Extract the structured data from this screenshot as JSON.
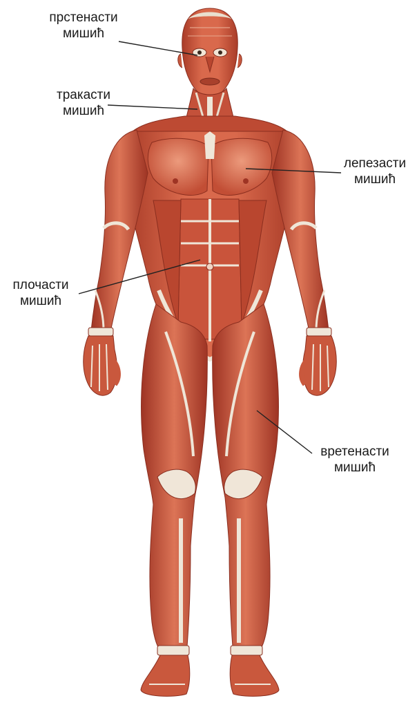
{
  "labels": {
    "ring_muscle": {
      "line1": "прстенасти",
      "line2": "мишић"
    },
    "strap_muscle": {
      "line1": "тракасти",
      "line2": "мишић"
    },
    "fan_muscle": {
      "line1": "лепезасти",
      "line2": "мишић"
    },
    "flat_muscle": {
      "line1": "плочасти",
      "line2": "мишић"
    },
    "spindle_muscle": {
      "line1": "вретенасти",
      "line2": "мишић"
    }
  },
  "colors": {
    "muscle_base": "#c9533a",
    "muscle_light": "#e58f72",
    "muscle_dark": "#9e3424",
    "tendon": "#efe6d8",
    "label_text": "#1a1a1a",
    "leader_line": "#222222"
  }
}
